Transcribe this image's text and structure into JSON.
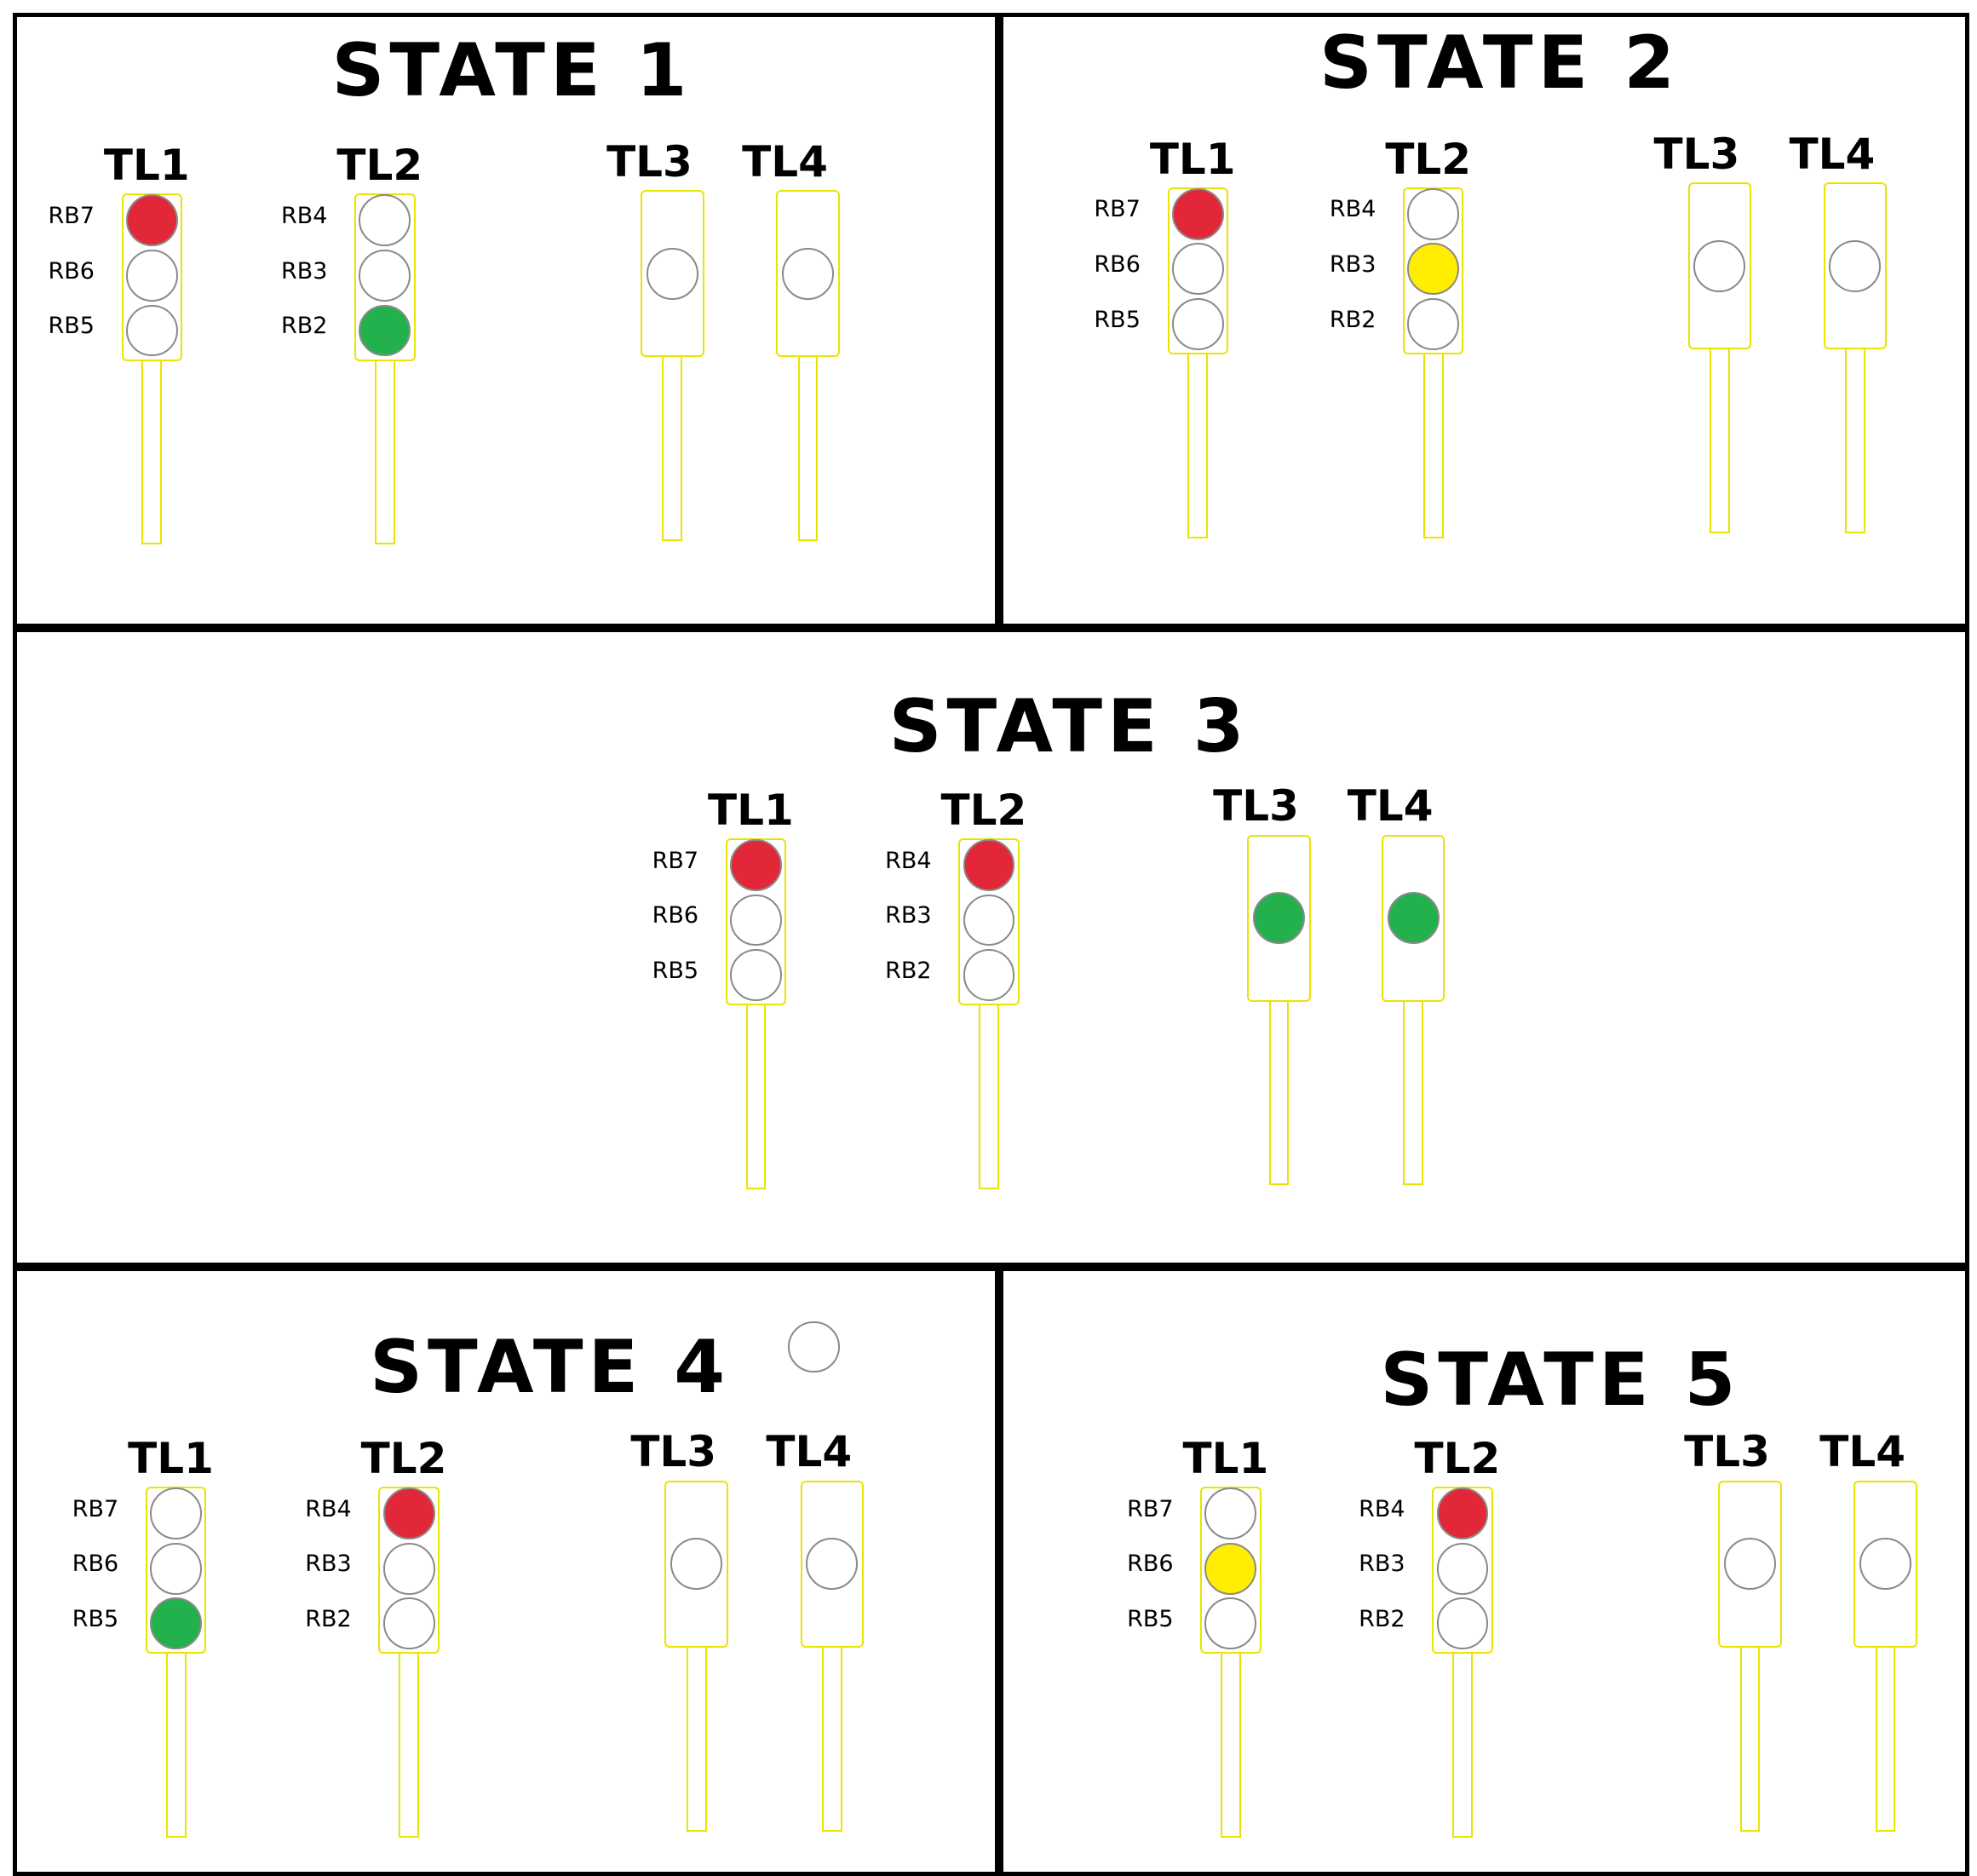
{
  "colors": {
    "panel_border": "#000000",
    "housing": "#e9e400",
    "lamp_off": "#ffffff",
    "red": "#e22838",
    "yellow": "#ffee00",
    "green": "#22b14c"
  },
  "states": [
    {
      "title": "STATE 1",
      "lights": [
        {
          "name": "TL1",
          "lamps": [
            {
              "label": "RB7",
              "color": "red"
            },
            {
              "label": "RB6",
              "color": "off"
            },
            {
              "label": "RB5",
              "color": "off"
            }
          ]
        },
        {
          "name": "TL2",
          "lamps": [
            {
              "label": "RB4",
              "color": "off"
            },
            {
              "label": "RB3",
              "color": "off"
            },
            {
              "label": "RB2",
              "color": "green"
            }
          ]
        },
        {
          "name": "TL3",
          "lamps": [
            {
              "label": "",
              "color": "off"
            }
          ]
        },
        {
          "name": "TL4",
          "lamps": [
            {
              "label": "",
              "color": "off"
            }
          ]
        }
      ]
    },
    {
      "title": "STATE 2",
      "lights": [
        {
          "name": "TL1",
          "lamps": [
            {
              "label": "RB7",
              "color": "red"
            },
            {
              "label": "RB6",
              "color": "off"
            },
            {
              "label": "RB5",
              "color": "off"
            }
          ]
        },
        {
          "name": "TL2",
          "lamps": [
            {
              "label": "RB4",
              "color": "off"
            },
            {
              "label": "RB3",
              "color": "yellow"
            },
            {
              "label": "RB2",
              "color": "off"
            }
          ]
        },
        {
          "name": "TL3",
          "lamps": [
            {
              "label": "",
              "color": "off"
            }
          ]
        },
        {
          "name": "TL4",
          "lamps": [
            {
              "label": "",
              "color": "off"
            }
          ]
        }
      ]
    },
    {
      "title": "STATE 3",
      "lights": [
        {
          "name": "TL1",
          "lamps": [
            {
              "label": "RB7",
              "color": "red"
            },
            {
              "label": "RB6",
              "color": "off"
            },
            {
              "label": "RB5",
              "color": "off"
            }
          ]
        },
        {
          "name": "TL2",
          "lamps": [
            {
              "label": "RB4",
              "color": "red"
            },
            {
              "label": "RB3",
              "color": "off"
            },
            {
              "label": "RB2",
              "color": "off"
            }
          ]
        },
        {
          "name": "TL3",
          "lamps": [
            {
              "label": "",
              "color": "green"
            }
          ]
        },
        {
          "name": "TL4",
          "lamps": [
            {
              "label": "",
              "color": "green"
            }
          ]
        }
      ]
    },
    {
      "title": "STATE 4",
      "lights": [
        {
          "name": "TL1",
          "lamps": [
            {
              "label": "RB7",
              "color": "off"
            },
            {
              "label": "RB6",
              "color": "off"
            },
            {
              "label": "RB5",
              "color": "green"
            }
          ]
        },
        {
          "name": "TL2",
          "lamps": [
            {
              "label": "RB4",
              "color": "red"
            },
            {
              "label": "RB3",
              "color": "off"
            },
            {
              "label": "RB2",
              "color": "off"
            }
          ]
        },
        {
          "name": "TL3",
          "lamps": [
            {
              "label": "",
              "color": "off"
            }
          ]
        },
        {
          "name": "TL4",
          "lamps": [
            {
              "label": "",
              "color": "off"
            }
          ]
        }
      ]
    },
    {
      "title": "STATE 5",
      "lights": [
        {
          "name": "TL1",
          "lamps": [
            {
              "label": "RB7",
              "color": "off"
            },
            {
              "label": "RB6",
              "color": "yellow"
            },
            {
              "label": "RB5",
              "color": "off"
            }
          ]
        },
        {
          "name": "TL2",
          "lamps": [
            {
              "label": "RB4",
              "color": "red"
            },
            {
              "label": "RB3",
              "color": "off"
            },
            {
              "label": "RB2",
              "color": "off"
            }
          ]
        },
        {
          "name": "TL3",
          "lamps": [
            {
              "label": "",
              "color": "off"
            }
          ]
        },
        {
          "name": "TL4",
          "lamps": [
            {
              "label": "",
              "color": "off"
            }
          ]
        }
      ]
    }
  ],
  "stray_lamp": {
    "color": "off"
  }
}
